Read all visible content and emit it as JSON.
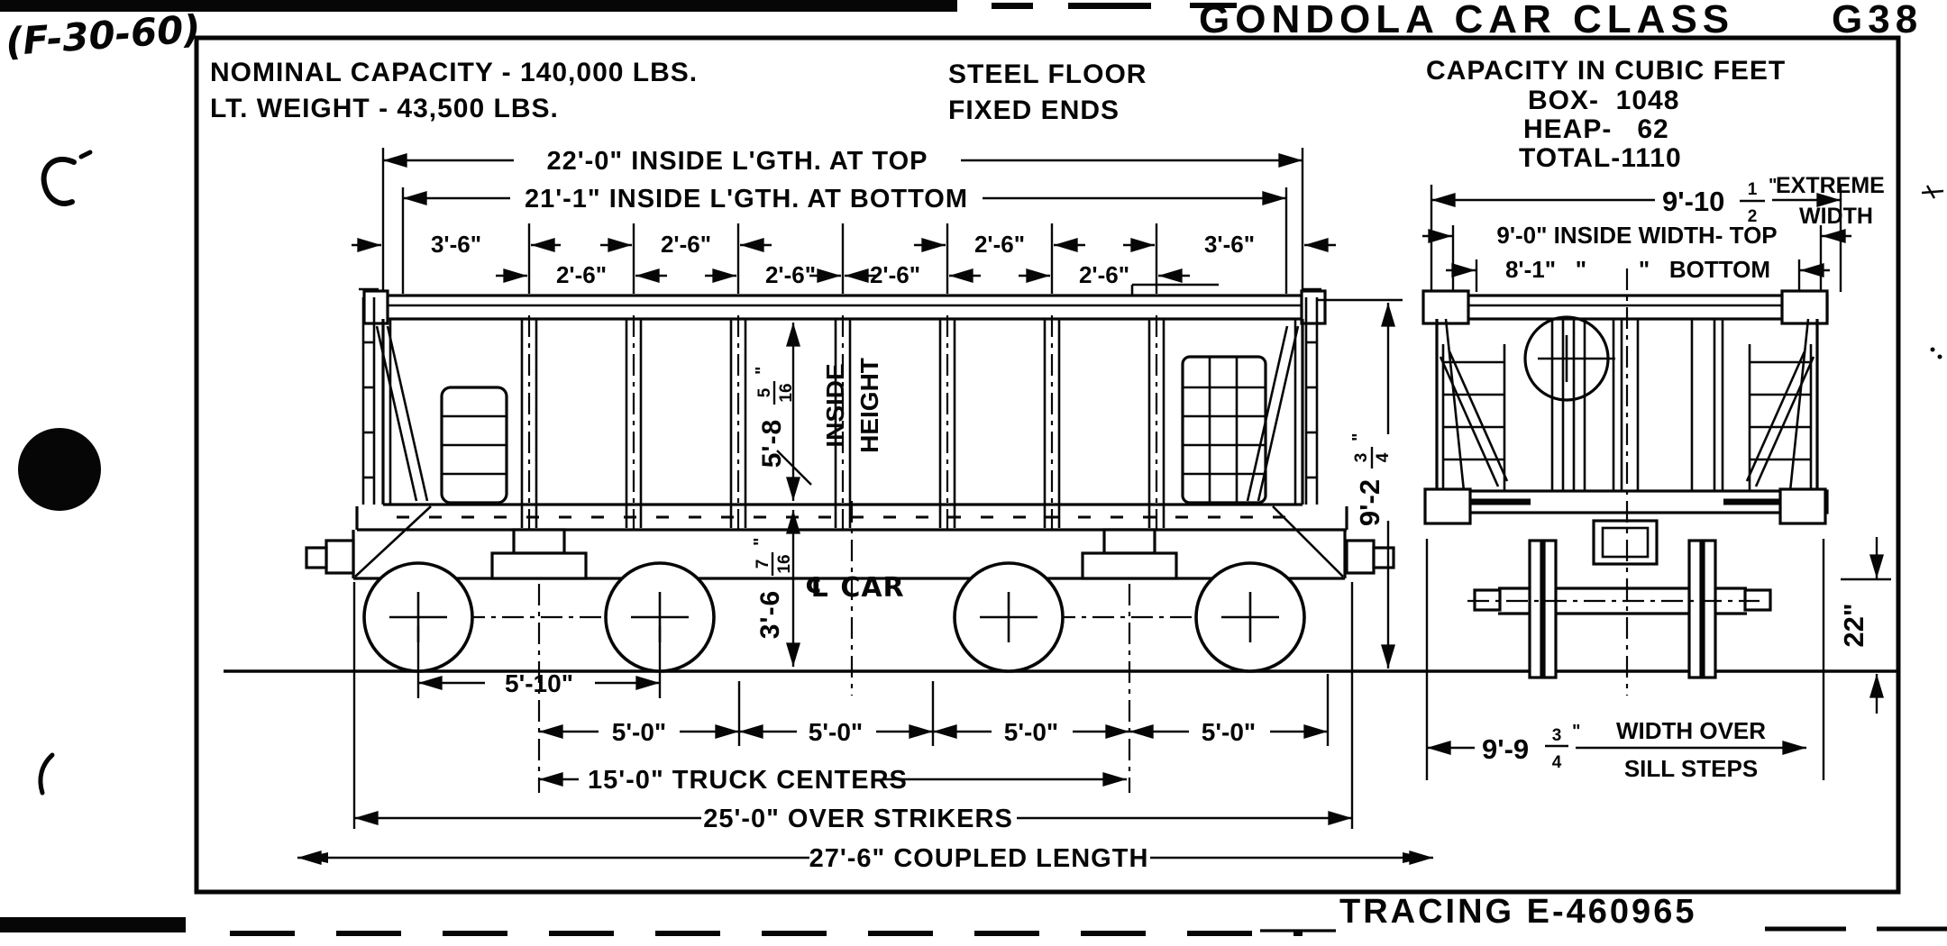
{
  "meta": {
    "pencil_note": "(F-30-60)"
  },
  "title": {
    "main": "GONDOLA CAR CLASS",
    "class": "G38"
  },
  "specs": {
    "nominal_capacity": "NOMINAL CAPACITY - 140,000 LBS.",
    "light_weight": "LT. WEIGHT - 43,500 LBS.",
    "floor": "STEEL FLOOR",
    "ends": "FIXED ENDS",
    "capacity_header": "CAPACITY IN CUBIC FEET",
    "capacity_box": "BOX-  1048",
    "capacity_heap": "HEAP-   62",
    "capacity_total": "TOTAL-1110"
  },
  "dims": {
    "inside_length_top": "22'-0\" INSIDE L'GTH. AT TOP",
    "inside_length_bottom": "21'-1\" INSIDE L'GTH. AT BOTTOM",
    "panels_top": [
      "3'-6\"",
      "2'-6\"",
      "2'-6\"",
      "3'-6\""
    ],
    "panels_bottom": [
      "2'-6\"",
      "2'-6\"",
      "2'-6\"",
      "2'-6\""
    ],
    "extreme_width": {
      "whole": "9'-10",
      "num": "1",
      "den": "2",
      "mark": "\"",
      "word1": "EXTREME",
      "word2": "WIDTH"
    },
    "inside_width_top": "9'-0\" INSIDE WIDTH- TOP",
    "inside_width_bottom": "8'-1\"   \"        \"   BOTTOM",
    "inside_height": {
      "whole": "5'-8",
      "num": "5",
      "den": "16",
      "mark": "\"",
      "word1": "INSIDE",
      "word2": "HEIGHT"
    },
    "floor_height": {
      "whole": "3'-6",
      "num": "7",
      "den": "16",
      "mark": "\""
    },
    "centerline_car": "℄ CAR",
    "overall_height": {
      "whole": "9'-2",
      "num": "3",
      "den": "4",
      "mark": "\""
    },
    "coupler_height": "22\"",
    "wheelbase": "5'-10\"",
    "axle_spacings": [
      "5'-0\"",
      "5'-0\"",
      "5'-0\"",
      "5'-0\""
    ],
    "truck_centers": "15'-0\" TRUCK CENTERS",
    "over_strikers": "25'-0\" OVER STRIKERS",
    "coupled_length": "27'-6\" COUPLED LENGTH",
    "sill_width": {
      "whole": "9'-9",
      "num": "3",
      "den": "4",
      "mark": "\"",
      "word1": "WIDTH OVER",
      "word2": "SILL STEPS"
    }
  },
  "footer": {
    "tracing": "TRACING E-460965"
  }
}
